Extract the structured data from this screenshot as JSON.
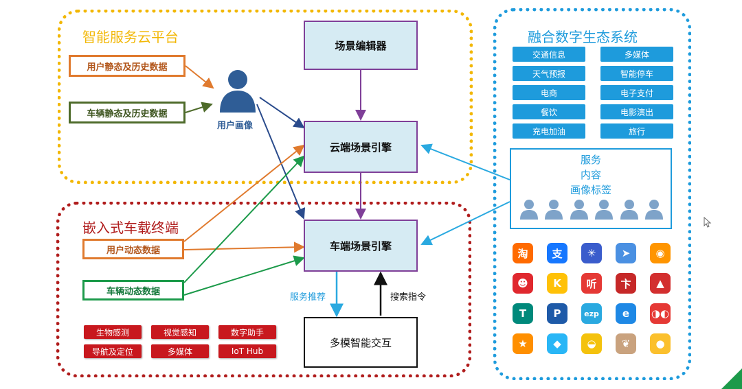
{
  "regions": {
    "cloud_platform": "智能服务云平台",
    "embedded_terminal": "嵌入式车载终端",
    "ecosystem": "融合数字生态系统"
  },
  "nodes": {
    "scene_editor": "场景编辑器",
    "cloud_engine": "云端场景引擎",
    "vehicle_engine": "车端场景引擎",
    "multimodal": "多模智能交互"
  },
  "inputs": {
    "user_static": "用户静态及历史数据",
    "vehicle_static": "车辆静态及历史数据",
    "user_dynamic": "用户动态数据",
    "vehicle_dynamic": "车辆动态数据"
  },
  "user_profile": "用户画像",
  "terminal_features": [
    "生物感测",
    "视觉感知",
    "数字助手",
    "导航及定位",
    "多媒体",
    "IoT Hub"
  ],
  "ecosystem_services": [
    "交通信息",
    "多媒体",
    "天气预报",
    "智能停车",
    "电商",
    "电子支付",
    "餐饮",
    "电影演出",
    "充电加油",
    "旅行"
  ],
  "service_box": {
    "line1": "服务",
    "line2": "内容",
    "line3": "画像标签"
  },
  "arrow_labels": {
    "recommend": "服务推荐",
    "search": "搜索指令"
  },
  "app_icons": [
    {
      "name": "taobao-app-icon",
      "glyph": "淘",
      "color": "#ff6a00"
    },
    {
      "name": "alipay-app-icon",
      "glyph": "支",
      "color": "#1677ff"
    },
    {
      "name": "star-burst-app-icon",
      "glyph": "✳",
      "color": "#3a5ccc"
    },
    {
      "name": "map-arrow-app-icon",
      "glyph": "➤",
      "color": "#4a90e2"
    },
    {
      "name": "camera-app-icon",
      "glyph": "◉",
      "color": "#ff9500"
    },
    {
      "name": "monkey-app-icon",
      "glyph": "☻",
      "color": "#e0282e"
    },
    {
      "name": "k-song-app-icon",
      "glyph": "K",
      "color": "#ffc107"
    },
    {
      "name": "listen-app-icon",
      "glyph": "听",
      "color": "#e53935"
    },
    {
      "name": "calligraphy-app-icon",
      "glyph": "卞",
      "color": "#c62828"
    },
    {
      "name": "triangle-logo-icon",
      "glyph": "▲",
      "color": "#d32f2f"
    },
    {
      "name": "tea-app-icon",
      "glyph": "T",
      "color": "#00897b"
    },
    {
      "name": "parking-app-icon",
      "glyph": "P",
      "color": "#1e5aa8"
    },
    {
      "name": "ezp-app-icon",
      "glyph": "ezp",
      "color": "#2aa9e0"
    },
    {
      "name": "e-app-icon",
      "glyph": "e",
      "color": "#1e88e5"
    },
    {
      "name": "glasses-app-icon",
      "glyph": "◑◐",
      "color": "#e53935"
    },
    {
      "name": "star-badge-app-icon",
      "glyph": "★",
      "color": "#ff8f00"
    },
    {
      "name": "crystal-app-icon",
      "glyph": "◆",
      "color": "#29b6f6"
    },
    {
      "name": "shell-app-icon",
      "glyph": "◒",
      "color": "#f4c20d"
    },
    {
      "name": "bird-app-icon",
      "glyph": "❦",
      "color": "#c9a27e"
    },
    {
      "name": "pig-app-icon",
      "glyph": "●",
      "color": "#fbc02d"
    }
  ],
  "colors": {
    "cloud_border": "#f2b705",
    "terminal_border": "#b01c1c",
    "ecosystem_border": "#1e9bdc",
    "node_fill": "#d6ebf3",
    "node_border": "#7f3f98",
    "user_input": "#e07a2e",
    "vehicle_input": "#4e6b2a",
    "vehicle_dynamic": "#1c9a4a",
    "arrow_blue": "#2a4b8c",
    "arrow_cyan": "#2aa9e0"
  }
}
